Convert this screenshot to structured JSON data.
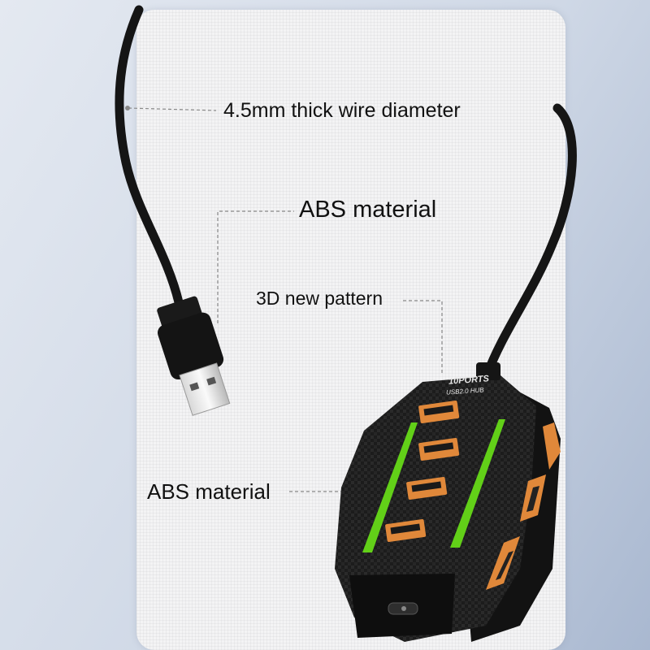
{
  "callouts": {
    "wire": "4.5mm thick wire diameter",
    "abs_top": "ABS material",
    "pattern": "3D new pattern",
    "abs_bottom": "ABS material"
  },
  "hub_print": {
    "ports": "10PORTS",
    "kind": "USB2.0 HUB"
  },
  "colors": {
    "port_orange": "#e0883a",
    "led_green": "#62d018",
    "body_black": "#1b1b1b",
    "background": "#c9d3e2",
    "card": "#f3f3f4"
  }
}
